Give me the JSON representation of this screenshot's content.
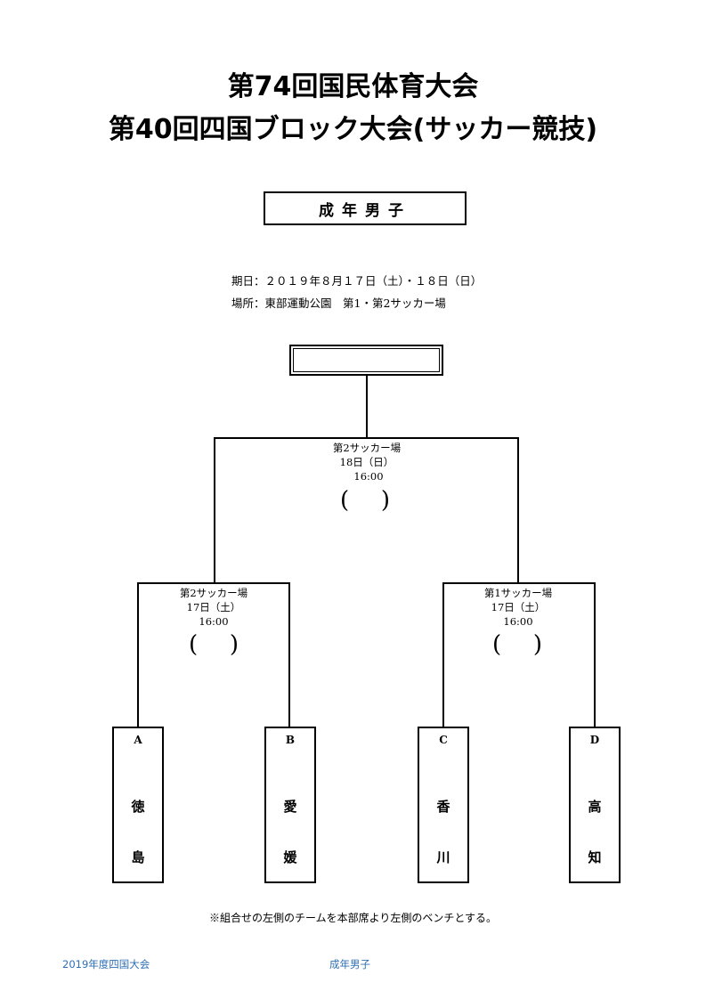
{
  "title": {
    "line1": "第74回国民体育大会",
    "line2": "第40回四国ブロック大会(サッカー競技)"
  },
  "category": "成年男子",
  "info": {
    "dates": "期日：２０１９年８月１７日（土）・１８日（日）",
    "venue": "場所：東部運動公園　第1・第2サッカー場"
  },
  "final": {
    "venue": "第2サッカー場",
    "date": "18日（日）",
    "time": "16:00"
  },
  "semifinals": [
    {
      "venue": "第2サッカー場",
      "date": "17日（土）",
      "time": "16:00"
    },
    {
      "venue": "第1サッカー場",
      "date": "17日（土）",
      "time": "16:00"
    }
  ],
  "teams": [
    {
      "letter": "A",
      "name_1": "徳",
      "name_2": "島"
    },
    {
      "letter": "B",
      "name_1": "愛",
      "name_2": "媛"
    },
    {
      "letter": "C",
      "name_1": "香",
      "name_2": "川"
    },
    {
      "letter": "D",
      "name_1": "高",
      "name_2": "知"
    }
  ],
  "note": "※組合せの左側のチームを本部席より左側のベンチとする。",
  "footer": {
    "left": "2019年度四国大会",
    "center": "成年男子"
  },
  "score_brackets": {
    "open": "(",
    "close": ")"
  }
}
